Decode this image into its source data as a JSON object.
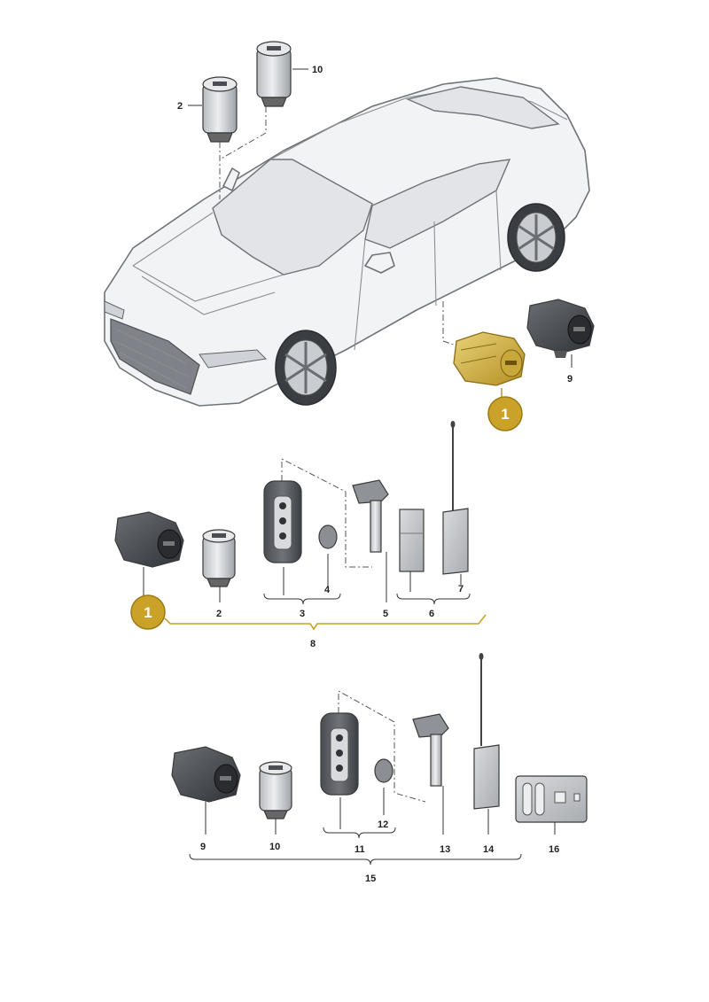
{
  "colors": {
    "accent": "#c9a227",
    "accent_dark": "#9c7a14",
    "line": "#333333"
  },
  "callouts": [
    {
      "id": "callout-1-car",
      "label": "1"
    },
    {
      "id": "callout-1-set",
      "label": "1"
    }
  ],
  "labels": {
    "car_2": "2",
    "car_10": "10",
    "car_9": "9",
    "g1_2": "2",
    "g1_3": "3",
    "g1_4": "4",
    "g1_5": "5",
    "g1_6": "6",
    "g1_7": "7",
    "g1_8": "8",
    "g2_9": "9",
    "g2_10": "10",
    "g2_11": "11",
    "g2_12": "12",
    "g2_13": "13",
    "g2_14": "14",
    "g2_15": "15",
    "g2_16": "16"
  }
}
